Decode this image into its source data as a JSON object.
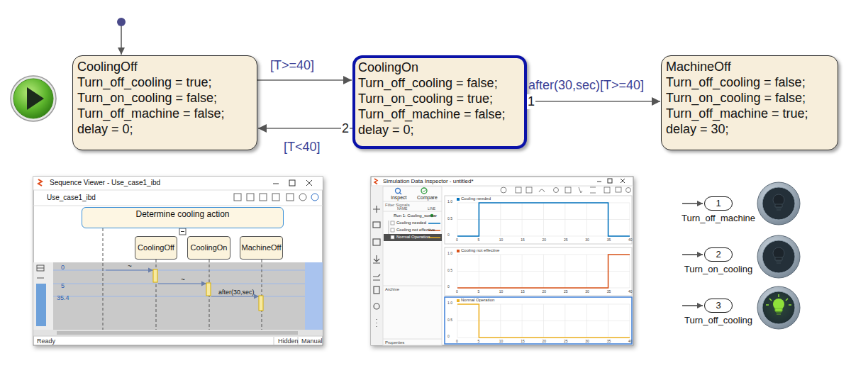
{
  "diagram": {
    "nodes": [
      {
        "text": [
          "CoolingOff",
          "Turn_off_cooling = true;",
          "Turn_on_cooling = false;",
          "Turn_off_machine = false;",
          "delay = 0;"
        ]
      },
      {
        "text": [
          "CoolingOn",
          "Turn_off_cooling = false;",
          "Turn_on_cooling = true;",
          "Turn_off_machine = false;",
          "delay = 0;"
        ]
      },
      {
        "text": [
          "MachineOff",
          "Turn_off_cooling = false;",
          "Turn_on_cooling = false;",
          "Turn_off_machine = true;",
          "delay = 30;"
        ]
      },
      {
        "text": [
          "Sequence Viewer - Use_case1_ibd",
          "Use_case1_ibd",
          "Ready",
          "Hidden",
          "Manual"
        ]
      },
      {
        "text": [
          "Determine cooling action"
        ],
        "in": 3
      },
      {
        "text": [
          "CoolingOff"
        ],
        "in": 3
      },
      {
        "text": [
          "CoolingOn"
        ],
        "in": 3
      },
      {
        "text": [
          "MachineOff"
        ],
        "in": 3
      },
      {
        "text": [
          "Simulation Data Inspector - untitled*",
          "Inspect",
          "Compare",
          "Filter Signals",
          "NAME",
          "LINE",
          "Run 1: Cooling_scenar",
          "Cooling needed",
          "Cooling not effective",
          "Normal Operation",
          "Archive",
          "Properties"
        ]
      },
      {
        "text": [
          "1",
          "Turn_off_machine"
        ]
      },
      {
        "text": [
          "2",
          "Turn_on_cooling"
        ]
      },
      {
        "text": [
          "3",
          "Turn_off_cooling"
        ]
      }
    ],
    "edges": [
      {
        "from": 0,
        "to": 1,
        "label": "[T>=40]",
        "arrow": "to"
      },
      {
        "from": 1,
        "to": 0,
        "label": "[T<40]",
        "arrow": "to"
      },
      {
        "from": 1,
        "to": 2,
        "label": "after(30,sec)[T>=40]",
        "arrow": "to"
      }
    ],
    "labels": [
      "1",
      "2",
      "0",
      "5",
      "35.4",
      "~",
      "~",
      "after(30,sec)",
      "Cooling needed",
      "1.0",
      "0.5",
      "0",
      "0",
      "5",
      "10",
      "15",
      "20",
      "25",
      "30",
      "35",
      "40",
      "Cooling not effective",
      "1.0",
      "0.5",
      "0",
      "0",
      "5",
      "10",
      "15",
      "20",
      "25",
      "30",
      "35",
      "40",
      "Normal Operation",
      "1.0",
      "0.5",
      "0",
      "0",
      "5",
      "10",
      "15",
      "20",
      "25",
      "30",
      "35",
      "40"
    ]
  }
}
